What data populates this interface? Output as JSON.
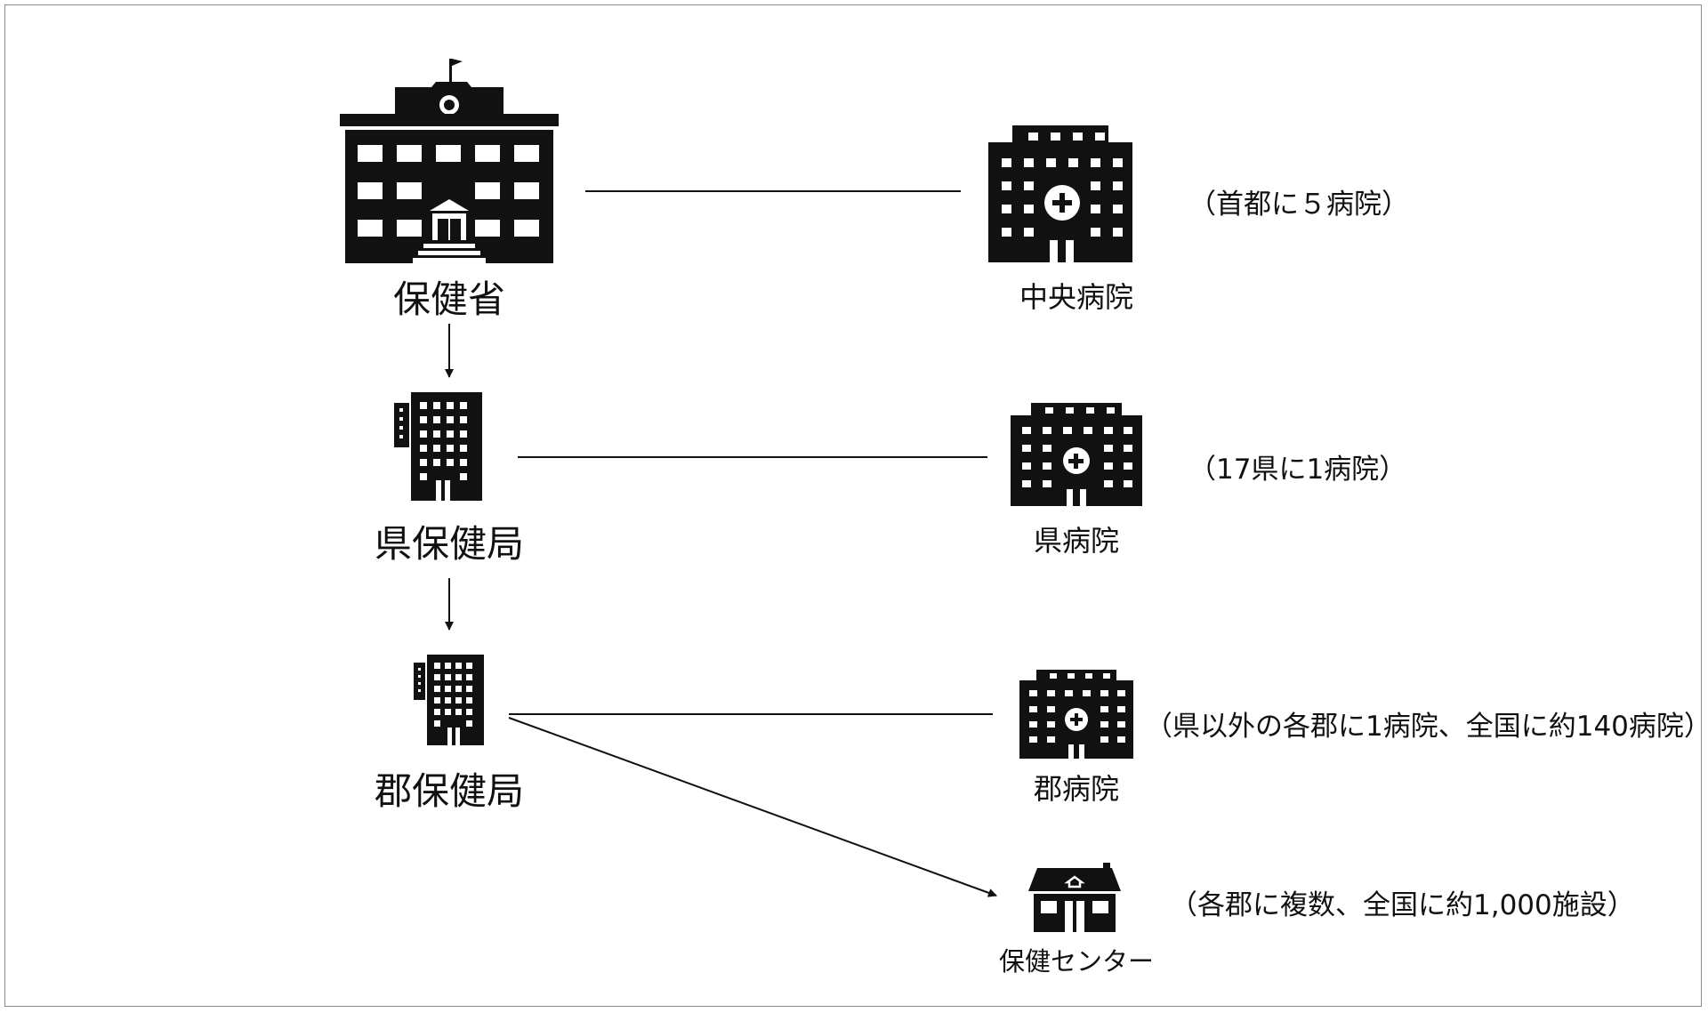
{
  "admin": {
    "ministry": {
      "label": "保健省",
      "icon": "ministry-building-icon"
    },
    "prefecture_office": {
      "label": "県保健局",
      "icon": "office-building-icon"
    },
    "district_office": {
      "label": "郡保健局",
      "icon": "office-building-icon"
    }
  },
  "facilities": {
    "central": {
      "label": "中央病院",
      "note": "（首都に５病院）",
      "icon": "hospital-icon"
    },
    "prefecture": {
      "label": "県病院",
      "note": "（17県に1病院）",
      "icon": "hospital-icon"
    },
    "district": {
      "label": "郡病院",
      "note": "（県以外の各郡に1病院、全国に約140病院）",
      "icon": "hospital-icon"
    },
    "health_center": {
      "label": "保健センター",
      "note": "（各郡に複数、全国に約1,000施設）",
      "icon": "health-center-icon"
    }
  },
  "colors": {
    "ink": "#111111",
    "frame": "#8a8a8a",
    "background": "#ffffff"
  }
}
